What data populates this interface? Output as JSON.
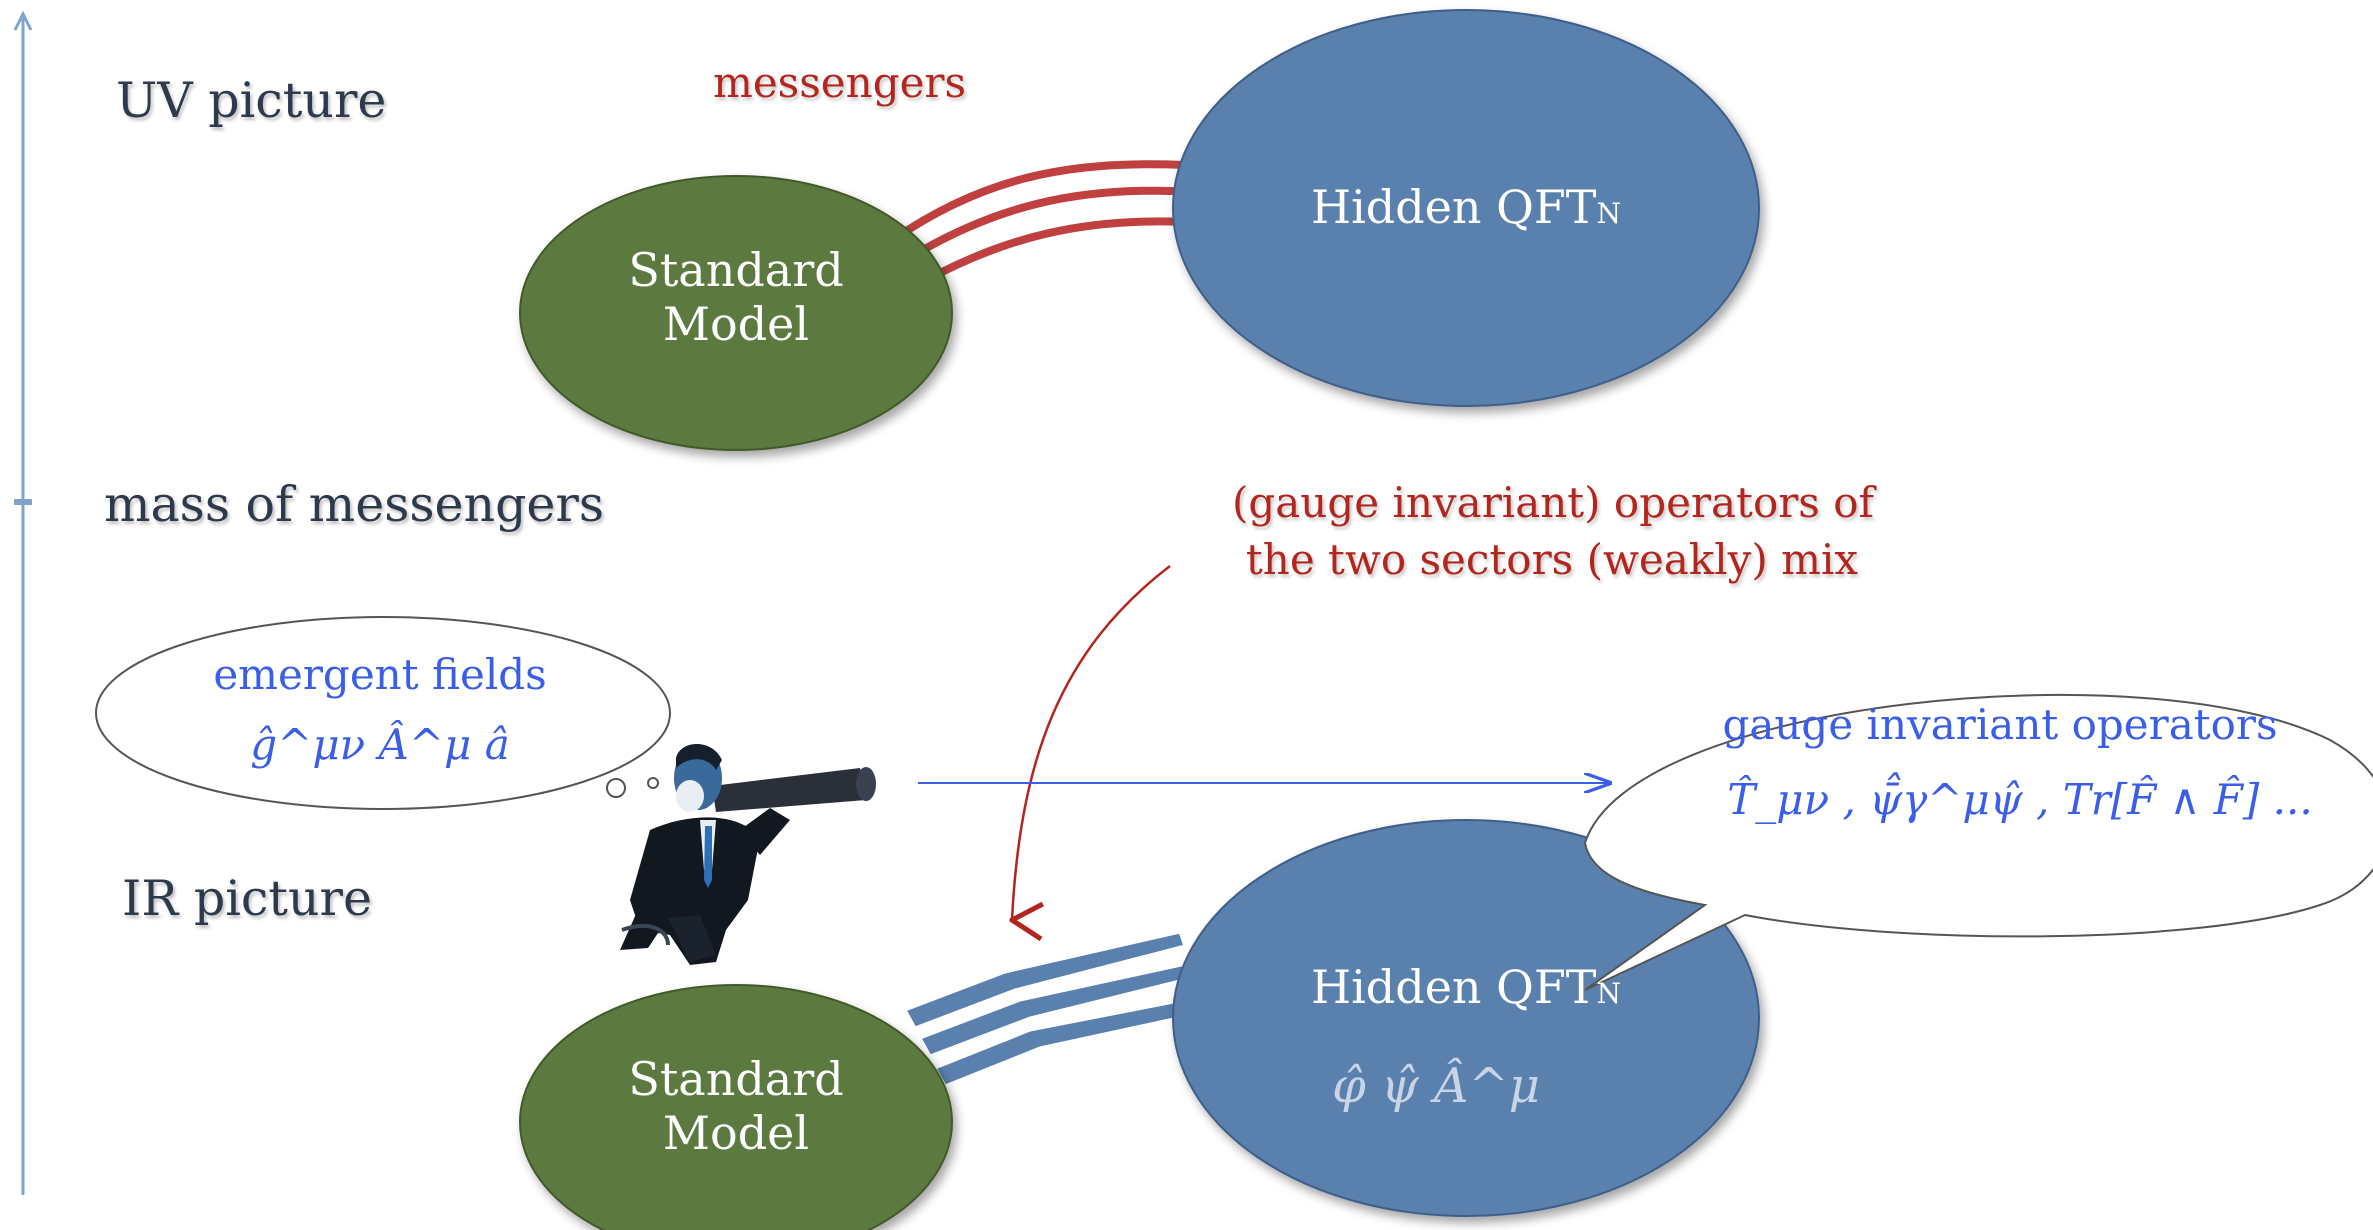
{
  "labels": {
    "uv_picture": "UV picture",
    "mass_of_messengers": "mass of messengers",
    "ir_picture": "IR picture",
    "messengers": "messengers",
    "mixing_line1": "(gauge invariant) operators of",
    "mixing_line2": "the two sectors (weakly) mix"
  },
  "uv": {
    "sm_line1": "Standard",
    "sm_line2": "Model",
    "hidden_main": "Hidden QFT",
    "hidden_sub": "N"
  },
  "ir": {
    "sm_line1": "Standard",
    "sm_line2": "Model",
    "hidden_main": "Hidden QFT",
    "hidden_sub": "N",
    "hidden_fields": "φ̂  ψ̂  Â^μ"
  },
  "thought_bubble": {
    "title": "emergent fields",
    "fields": "ĝ^μν  Â^μ  â"
  },
  "speech_bubble": {
    "title": "gauge invariant operators",
    "operators": "T̂_μν ,  ψ̄̂γ^μψ̂ , Tr[F̂ ∧ F̂] ..."
  },
  "colors": {
    "sm_green": "#5b7a3f",
    "hidden_blue": "#5a80ad",
    "messenger_red": "#c0403f",
    "text_red": "#b3261e",
    "math_blue": "#3a5ee8",
    "axis_blue": "#7fa3cc"
  },
  "icons": {
    "observer": "man-with-telescope-icon"
  }
}
